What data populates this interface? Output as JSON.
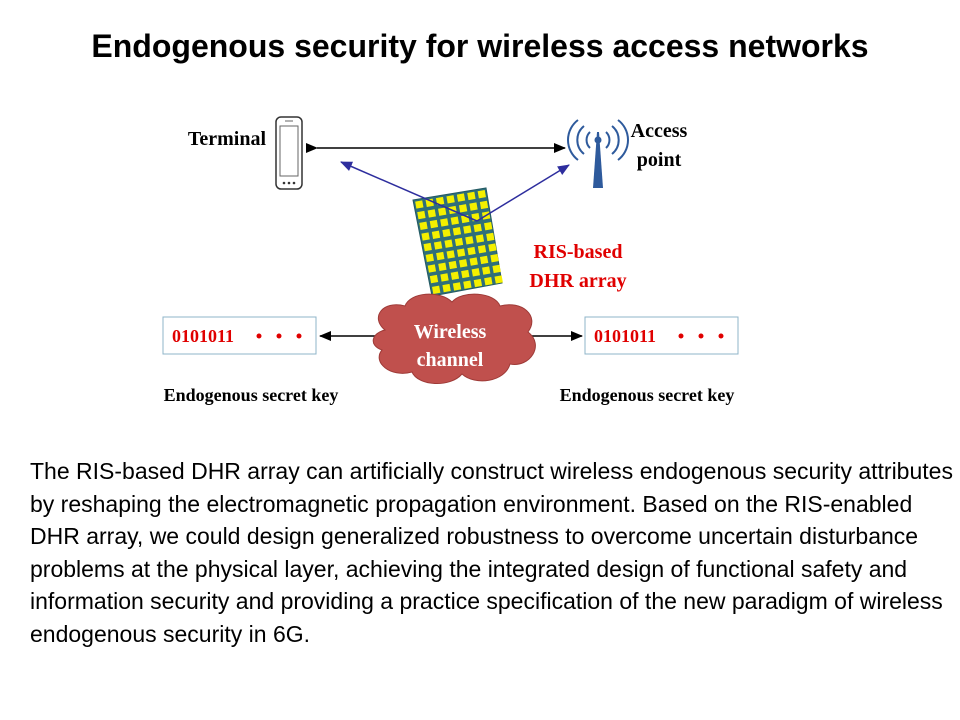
{
  "title": "Endogenous security for wireless access networks",
  "diagram": {
    "terminal_label": "Terminal",
    "access_point_label_line1": "Access",
    "access_point_label_line2": "point",
    "ris_label_line1": "RIS-based",
    "ris_label_line2": "DHR array",
    "channel_label_line1": "Wireless",
    "channel_label_line2": "channel",
    "left_key_bits": "0101011",
    "right_key_bits": "0101011",
    "left_key_caption": "Endogenous secret key",
    "right_key_caption": "Endogenous secret key",
    "icons": [
      "smartphone-icon",
      "antenna-icon",
      "ris-panel-icon",
      "cloud-icon"
    ]
  },
  "body_text": "The RIS-based DHR array can artificially construct wireless endogenous security attributes by reshaping the electromagnetic propagation environment. Based on the RIS-enabled DHR array, we could design generalized robustness to overcome uncertain disturbance problems at the physical layer, achieving the integrated design of functional safety and information security and providing a practice specification of the new paradigm of wireless endogenous security in 6G.",
  "colors": {
    "arrow_black": "#000000",
    "arrow_blue": "#2e2e9e",
    "ris_label": "#e00000",
    "key_bits": "#e00000",
    "cloud_fill": "#c0504d",
    "antenna_blue": "#2e5a9c",
    "ris_panel": "#2f6f7a",
    "ris_cell": "#f4f000"
  }
}
